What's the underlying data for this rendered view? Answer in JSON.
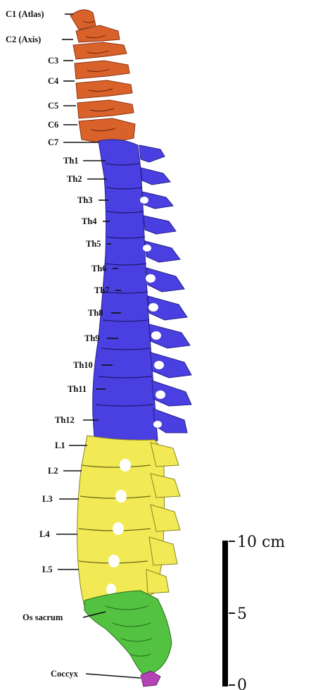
{
  "colors": {
    "cervical": "#d9622b",
    "thoracic": "#4a3fe0",
    "lumbar": "#f1ea54",
    "sacrum": "#52c240",
    "coccyx": "#b543b8",
    "outline": "#2a2a2a"
  },
  "labels": {
    "c1": "C1 (Atlas)",
    "c2": "C2 (Axis)",
    "c3": "C3",
    "c4": "C4",
    "c5": "C5",
    "c6": "C6",
    "c7": "C7",
    "th1": "Th1",
    "th2": "Th2",
    "th3": "Th3",
    "th4": "Th4",
    "th5": "Th5",
    "th6": "Th6",
    "th7": "Th7",
    "th8": "Th8",
    "th9": "Th9",
    "th10": "Th10",
    "th11": "Th11",
    "th12": "Th12",
    "l1": "L1",
    "l2": "L2",
    "l3": "L3",
    "l4": "L4",
    "l5": "L5",
    "sacrum": "Os sacrum",
    "coccyx": "Coccyx"
  },
  "scale_bar": {
    "top": "10 cm",
    "mid": "5",
    "bottom": "0"
  }
}
